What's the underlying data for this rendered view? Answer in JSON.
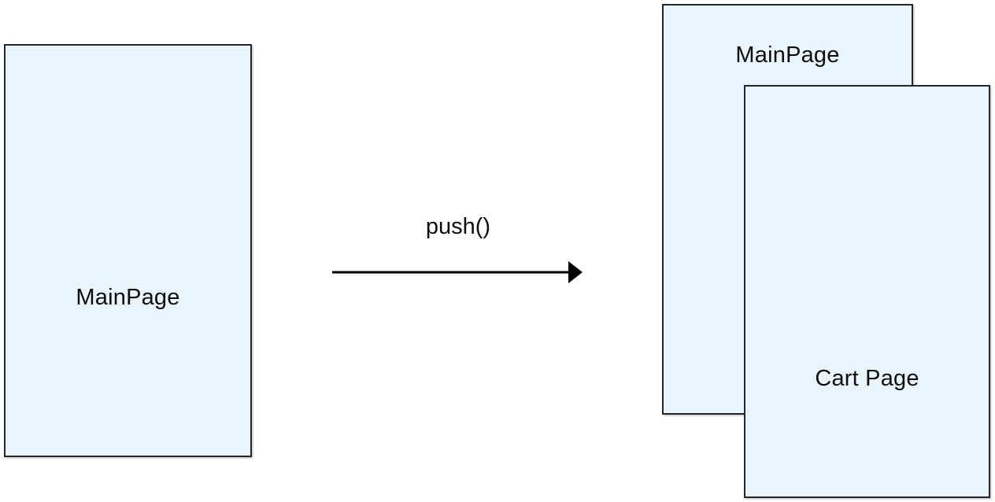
{
  "diagram": {
    "type": "navigation-stack-push",
    "title": "push() navigation diagram",
    "background_color": "#ffffff",
    "card_fill_color": "#eaf4fd",
    "card_border_color": "#23262b",
    "text_color": "#0d0d0d",
    "arrow_color": "#000000",
    "source": {
      "label": "MainPage"
    },
    "arrow": {
      "label": "push()",
      "direction": "left-to-right",
      "head": "solid-triangle"
    },
    "stack": {
      "back_card": {
        "label": "MainPage"
      },
      "front_card": {
        "label": "Cart Page"
      }
    }
  }
}
